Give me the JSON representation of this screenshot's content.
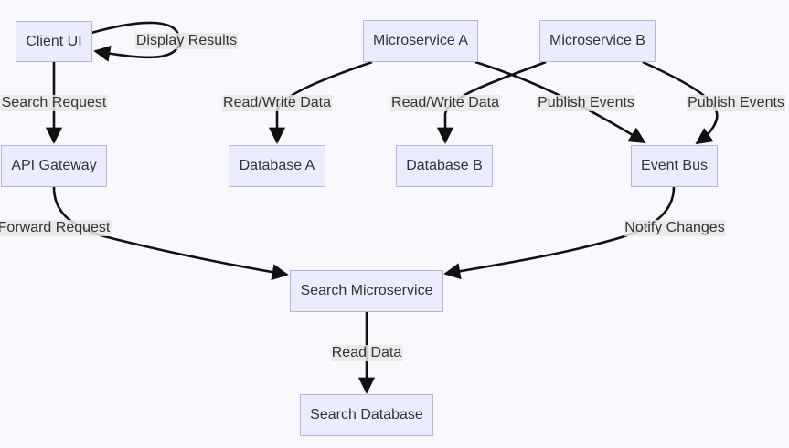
{
  "nodes": {
    "client_ui": "Client UI",
    "api_gateway": "API Gateway",
    "microservice_a": "Microservice A",
    "microservice_b": "Microservice B",
    "database_a": "Database A",
    "database_b": "Database B",
    "event_bus": "Event Bus",
    "search_microservice": "Search Microservice",
    "search_database": "Search Database"
  },
  "edges": {
    "display_results": "Display Results",
    "search_request": "Search Request",
    "forward_request": "Forward Request",
    "read_write_a": "Read/Write Data",
    "read_write_b": "Read/Write Data",
    "publish_events_a": "Publish Events",
    "publish_events_b": "Publish Events",
    "notify_changes": "Notify Changes",
    "read_data": "Read Data"
  },
  "colors": {
    "background": "#f8f8fd",
    "node_fill": "#ececff",
    "node_border": "#b7b0ea",
    "edge": "#111111",
    "label_bg": "#e8e8e8"
  }
}
